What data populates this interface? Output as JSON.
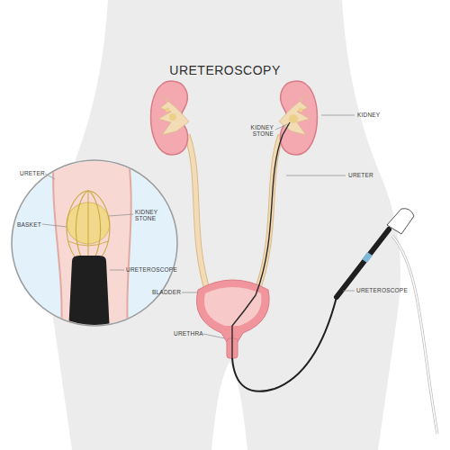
{
  "diagram": {
    "title": "URETEROSCOPY",
    "labels": [
      "KIDNEY",
      "KIDNEY STONE",
      "URETER",
      "URETER",
      "BASKET",
      "KIDNEY STONE",
      "URETEROSCOPE",
      "URETEROSCOPE",
      "BLADDER",
      "URETHRA"
    ]
  }
}
